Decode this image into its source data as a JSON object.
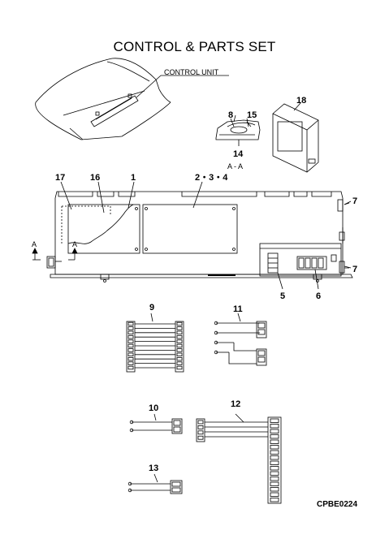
{
  "title": "CONTROL & PARTS SET",
  "reference": "CPBE0224",
  "section_label": "A - A",
  "unit_callout": "CONTROL UNIT",
  "view_marks": [
    "A",
    "A"
  ],
  "callouts": {
    "p1": "1",
    "p234": "2・3・4",
    "p5": "5",
    "p6": "6",
    "p7a": "7",
    "p7b": "7",
    "p8": "8",
    "p9": "9",
    "p10": "10",
    "p11": "11",
    "p12": "12",
    "p13": "13",
    "p14": "14",
    "p15": "15",
    "p16": "16",
    "p17": "17",
    "p18": "18"
  }
}
